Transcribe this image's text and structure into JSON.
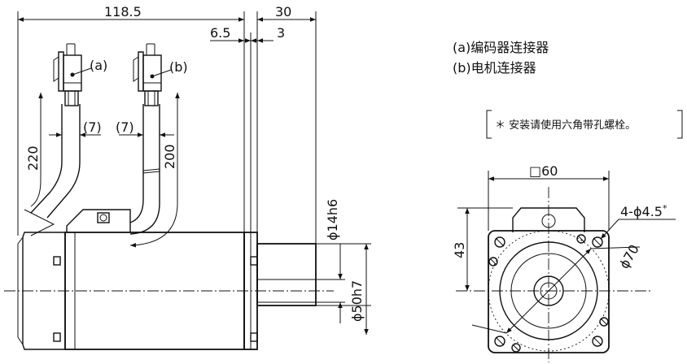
{
  "dimensions": {
    "overall_length": "118.5",
    "shaft_length": "30",
    "flange_offset": "6.5",
    "flange_thickness": "3",
    "cable_clear_a": "(7)",
    "cable_clear_b": "(7)",
    "cable_length_a": "220",
    "cable_length_b": "200",
    "shaft_diameter": "ϕ14h6",
    "spigot_diameter": "ϕ50h7",
    "flange_square": "□60",
    "center_height": "43",
    "mounting_holes": "4-ϕ4.5",
    "mounting_holes_mark": "*",
    "pcd": "ϕ70"
  },
  "connectors": {
    "a_tag": "(a)",
    "b_tag": "(b)"
  },
  "legend": {
    "a": "(a)编码器连接器",
    "b": "(b)电机连接器"
  },
  "note": "＊ 安装请使用六角带孔螺栓。"
}
